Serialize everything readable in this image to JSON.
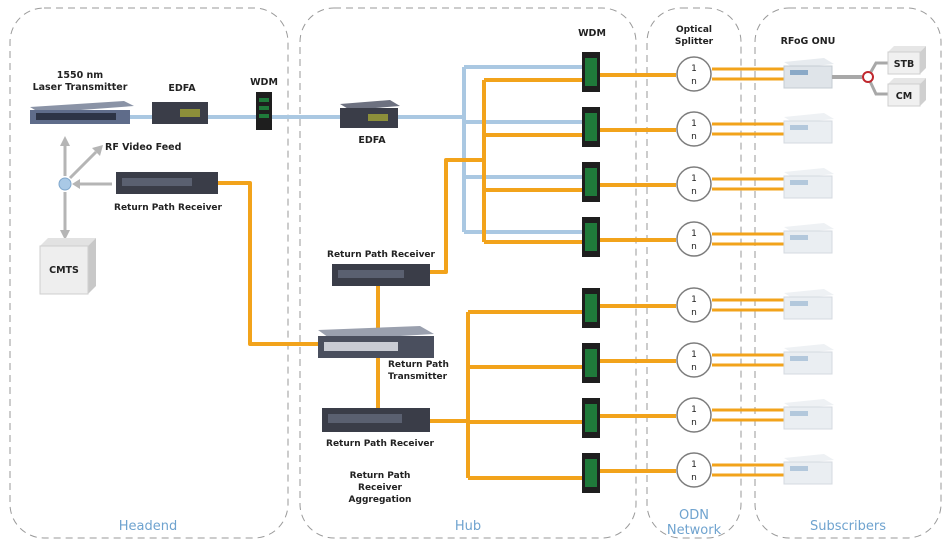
{
  "zones": {
    "headend": "Headend",
    "hub": "Hub",
    "odn_line1": "ODN",
    "odn_line2": "Network",
    "subscribers": "Subscribers"
  },
  "labels": {
    "laser_line1": "1550 nm",
    "laser_line2": "Laser Transmitter",
    "edfa_headend": "EDFA",
    "wdm_headend": "WDM",
    "edfa_hub": "EDFA",
    "rf_video_feed": "RF Video Feed",
    "return_path_receiver_headend": "Return Path Receiver",
    "cmts": "CMTS",
    "return_path_receiver_hub_upper": "Return Path Receiver",
    "return_path_transmitter_line1": "Return Path",
    "return_path_transmitter_line2": "Transmitter",
    "return_path_receiver_hub_lower": "Return Path Receiver",
    "aggregation_line1": "Return Path",
    "aggregation_line2": "Receiver",
    "aggregation_line3": "Aggregation",
    "wdm_hub": "WDM",
    "optical_splitter_line1": "Optical",
    "optical_splitter_line2": "Splitter",
    "rfog_onu": "RFoG ONU",
    "stb": "STB",
    "cm": "CM",
    "splitter_top": "1",
    "splitter_bottom": "n"
  },
  "colors": {
    "orange_fiber": "#f2a31b",
    "blue_fiber": "#aac8e2",
    "zone_border": "#9a9a9a",
    "zone_text": "#6fa3cf",
    "device_dark": "#3a3d48",
    "wdm_green": "#1f7a3a"
  }
}
